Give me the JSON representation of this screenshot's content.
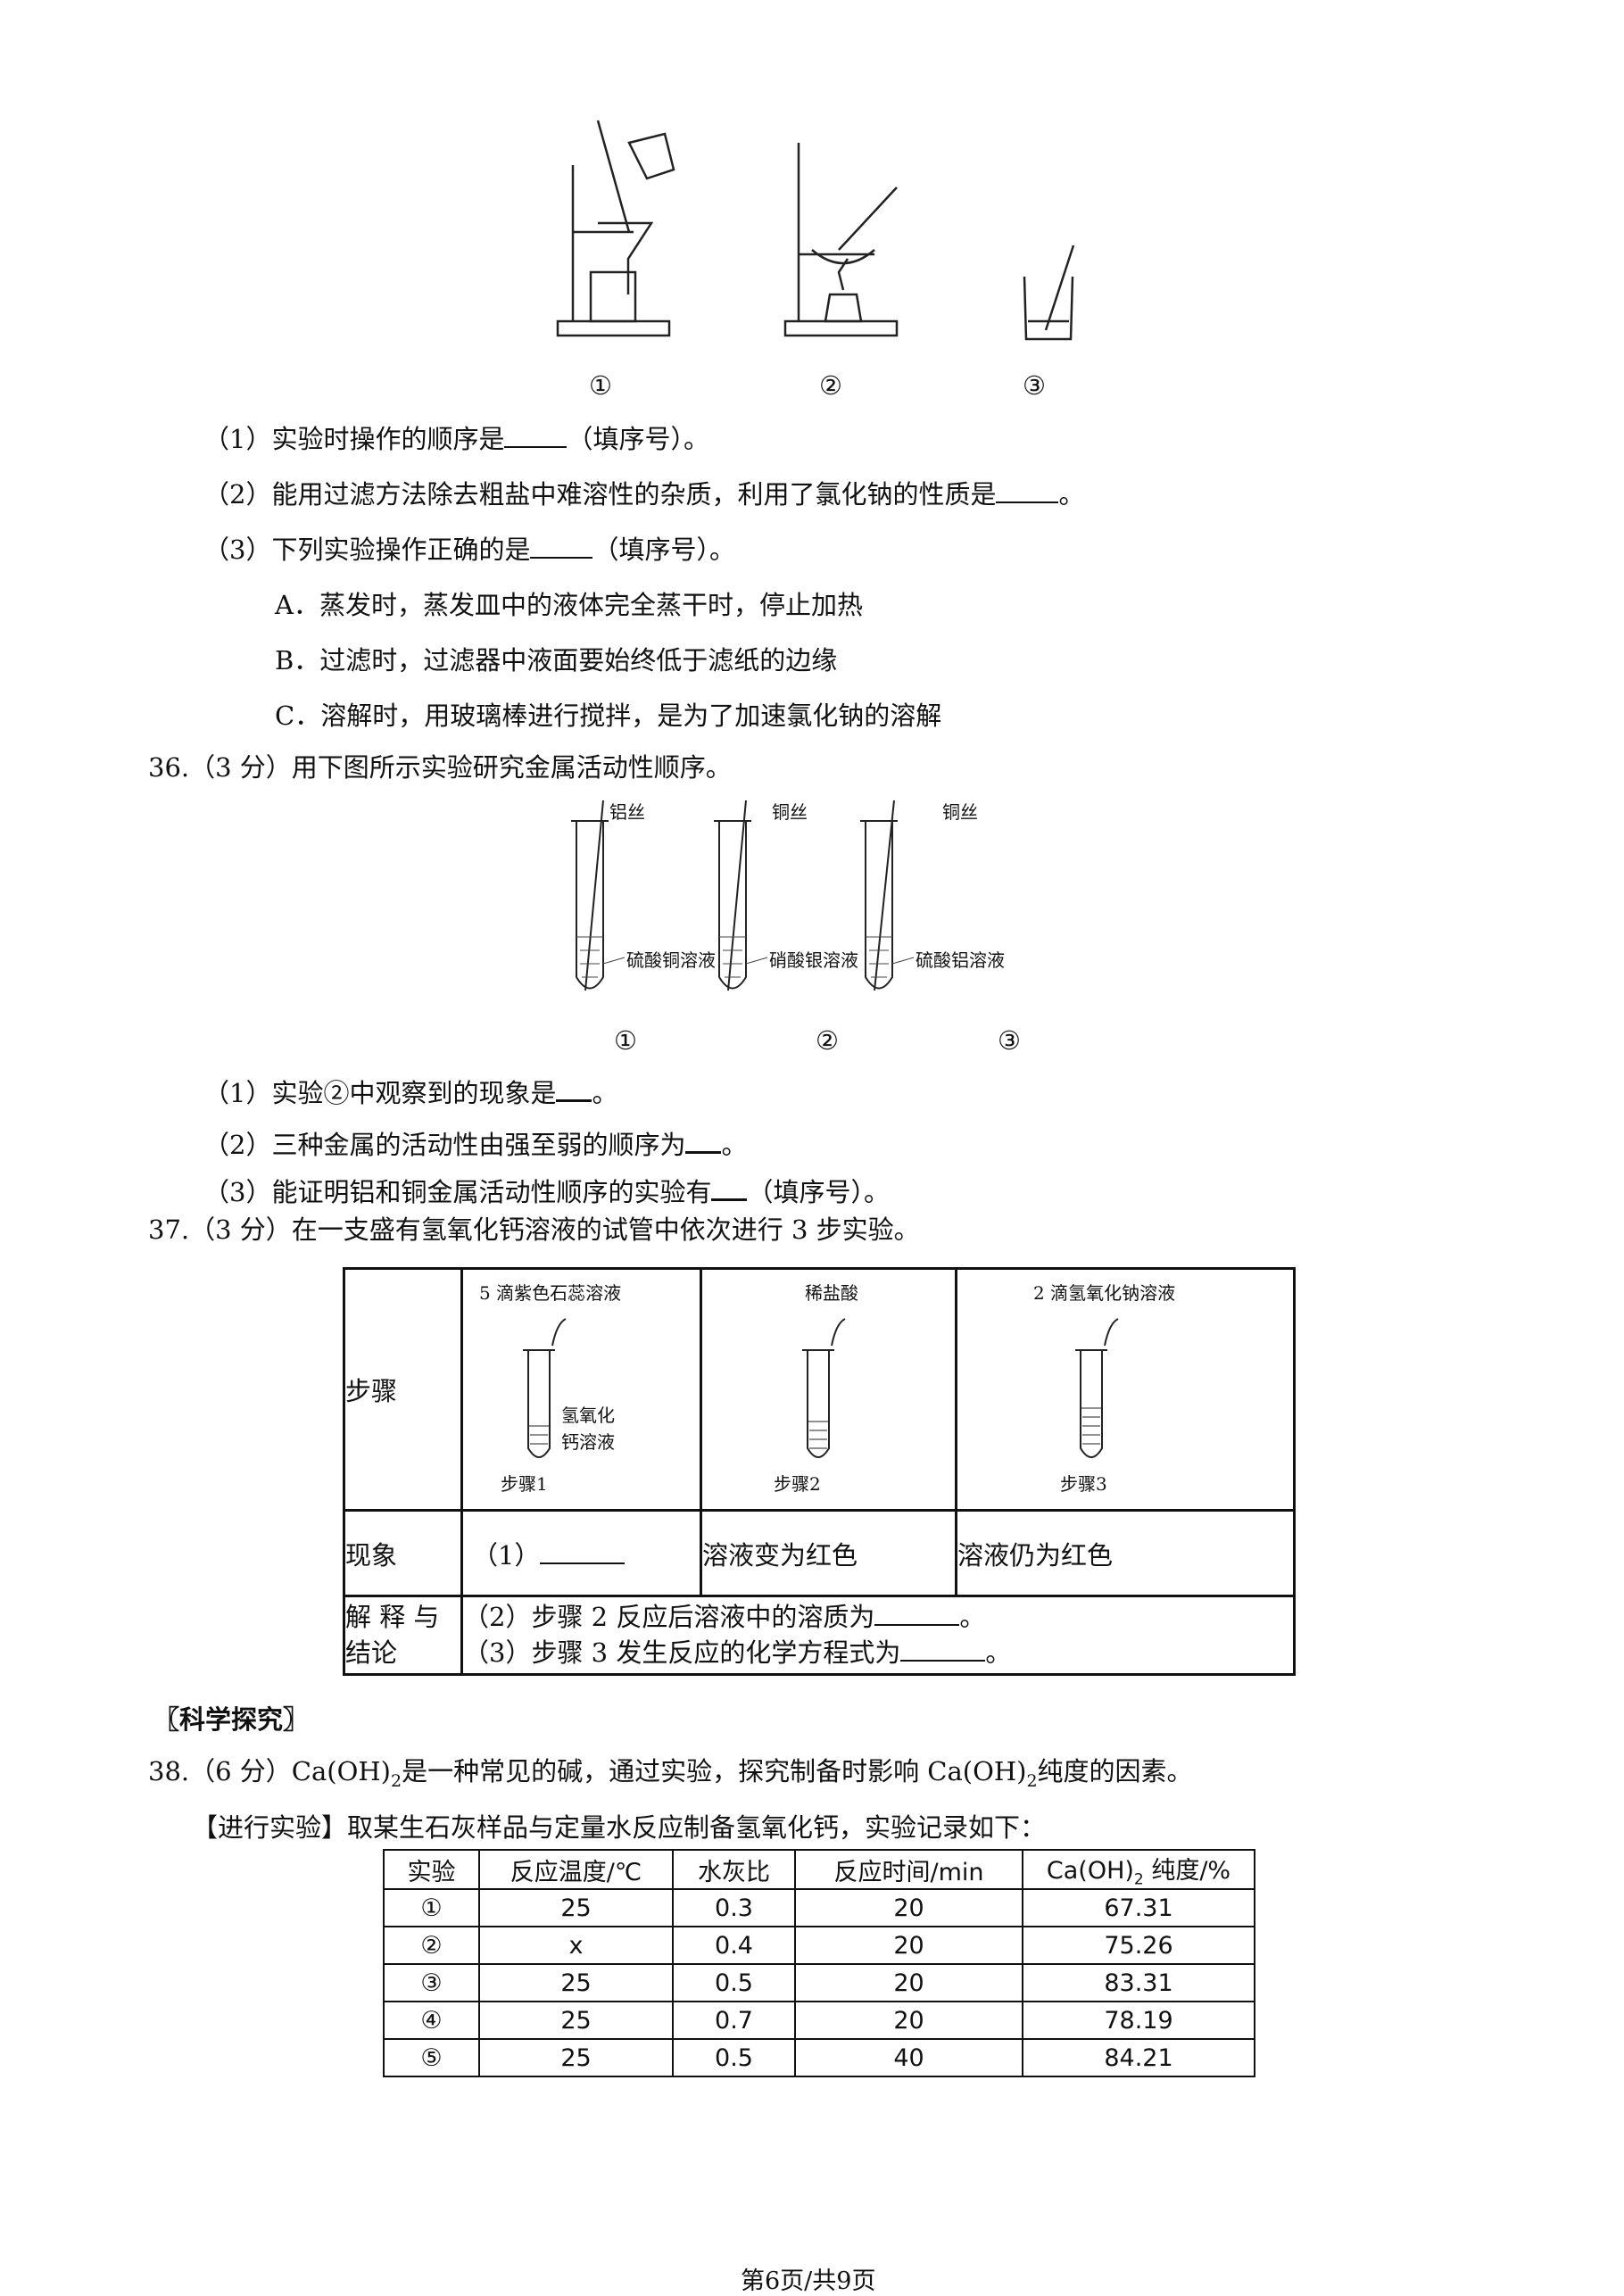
{
  "q35": {
    "fig_labels": [
      "①",
      "②",
      "③"
    ],
    "sub1": "（1）实验时操作的顺序是",
    "sub1_tail": "（填序号）。",
    "sub2": "（2）能用过滤方法除去粗盐中难溶性的杂质，利用了氯化钠的性质是",
    "sub2_tail": "。",
    "sub3": "（3）下列实验操作正确的是",
    "sub3_tail": "（填序号）。",
    "options": [
      "A．蒸发时，蒸发皿中的液体完全蒸干时，停止加热",
      "B．过滤时，过滤器中液面要始终低于滤纸的边缘",
      "C．溶解时，用玻璃棒进行搅拌，是为了加速氯化钠的溶解"
    ]
  },
  "q36": {
    "stem": "36.（3 分）用下图所示实验研究金属活动性顺序。",
    "tubes": [
      {
        "wire": "铝丝",
        "solution": "硫酸铜溶液",
        "label": "①"
      },
      {
        "wire": "铜丝",
        "solution": "硝酸银溶液",
        "label": "②"
      },
      {
        "wire": "铜丝",
        "solution": "硫酸铝溶液",
        "label": "③"
      }
    ],
    "sub1": "（1）实验②中观察到的现象是",
    "sub1_tail": "。",
    "sub2": "（2）三种金属的活动性由强至弱的顺序为",
    "sub2_tail": "。",
    "sub3": "（3）能证明铝和铜金属活动性顺序的实验有",
    "sub3_tail": "（填序号）。"
  },
  "q37": {
    "stem": "37.（3 分）在一支盛有氢氧化钙溶液的试管中依次进行 3 步实验。",
    "row_steps": "步骤",
    "row_phen": "现象",
    "row_expl1": "解 释 与",
    "row_expl2": "结论",
    "steps": [
      {
        "reagent": "5 滴紫色石蕊溶液",
        "label": "步骤1",
        "note1": "氢氧化",
        "note2": "钙溶液"
      },
      {
        "reagent": "稀盐酸",
        "label": "步骤2"
      },
      {
        "reagent": "2 滴氢氧化钠溶液",
        "label": "步骤3"
      }
    ],
    "phen1": "（1）",
    "phen2": "溶液变为红色",
    "phen3": "溶液仍为红色",
    "expl2": "（2）步骤 2 反应后溶液中的溶质为",
    "expl3": "（3）步骤 3 发生反应的化学方程式为",
    "period": "。"
  },
  "section": "〖科学探究〗",
  "q38": {
    "stem_a": "38.（6 分）Ca(OH)",
    "sub": "2",
    "stem_b": "是一种常见的碱，通过实验，探究制备时影响 Ca(OH)",
    "stem_c": "纯度的因素。",
    "intro": "【进行实验】取某生石灰样品与定量水反应制备氢氧化钙，实验记录如下：",
    "headers": [
      "实验",
      "反应温度/℃",
      "水灰比",
      "反应时间/min",
      "Ca(OH)2 纯度/%"
    ],
    "rows": [
      [
        "①",
        "25",
        "0.3",
        "20",
        "67.31"
      ],
      [
        "②",
        "x",
        "0.4",
        "20",
        "75.26"
      ],
      [
        "③",
        "25",
        "0.5",
        "20",
        "83.31"
      ],
      [
        "④",
        "25",
        "0.7",
        "20",
        "78.19"
      ],
      [
        "⑤",
        "25",
        "0.5",
        "40",
        "84.21"
      ]
    ]
  },
  "footer": "第6页/共9页"
}
